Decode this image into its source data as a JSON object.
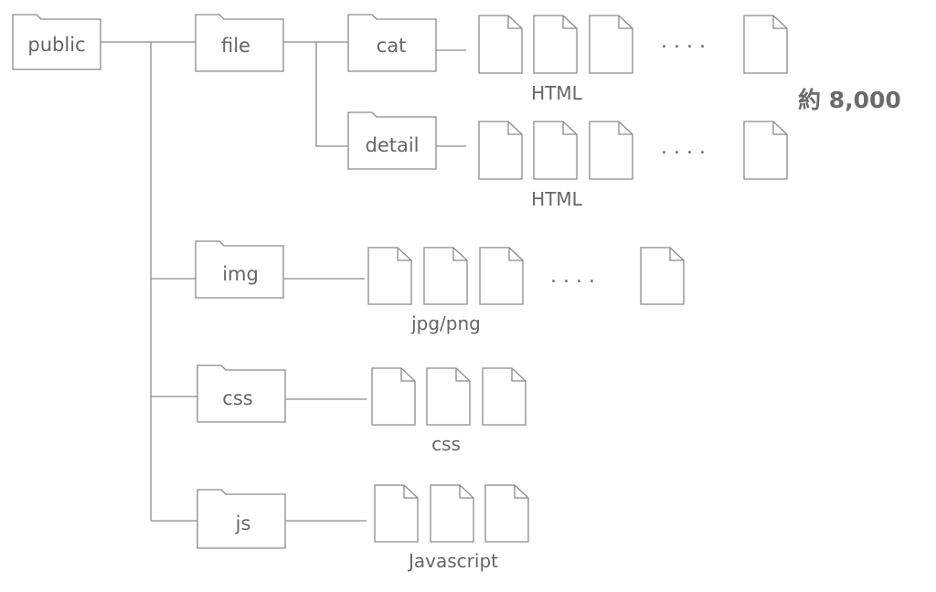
{
  "folders": {
    "public": {
      "label": "public",
      "icon": "folder-icon"
    },
    "file": {
      "label": "file",
      "icon": "folder-icon"
    },
    "cat": {
      "label": "cat",
      "icon": "folder-icon"
    },
    "detail": {
      "label": "detail",
      "icon": "folder-icon"
    },
    "img": {
      "label": "img",
      "icon": "folder-icon"
    },
    "css": {
      "label": "css",
      "icon": "folder-icon"
    },
    "js": {
      "label": "js",
      "icon": "folder-icon"
    }
  },
  "file_groups": {
    "cat": {
      "caption": "HTML",
      "ellipsis": "....",
      "icon": "document-icon"
    },
    "detail": {
      "caption": "HTML",
      "ellipsis": "....",
      "icon": "document-icon"
    },
    "img": {
      "caption": "jpg/png",
      "ellipsis": "....",
      "icon": "document-icon"
    },
    "css": {
      "caption": "css",
      "icon": "document-icon"
    },
    "js": {
      "caption": "Javascript",
      "icon": "document-icon"
    }
  },
  "total_count": "約 8,000",
  "colors": {
    "stroke": "#8a8a8a",
    "text": "#666666",
    "background": "#ffffff"
  }
}
